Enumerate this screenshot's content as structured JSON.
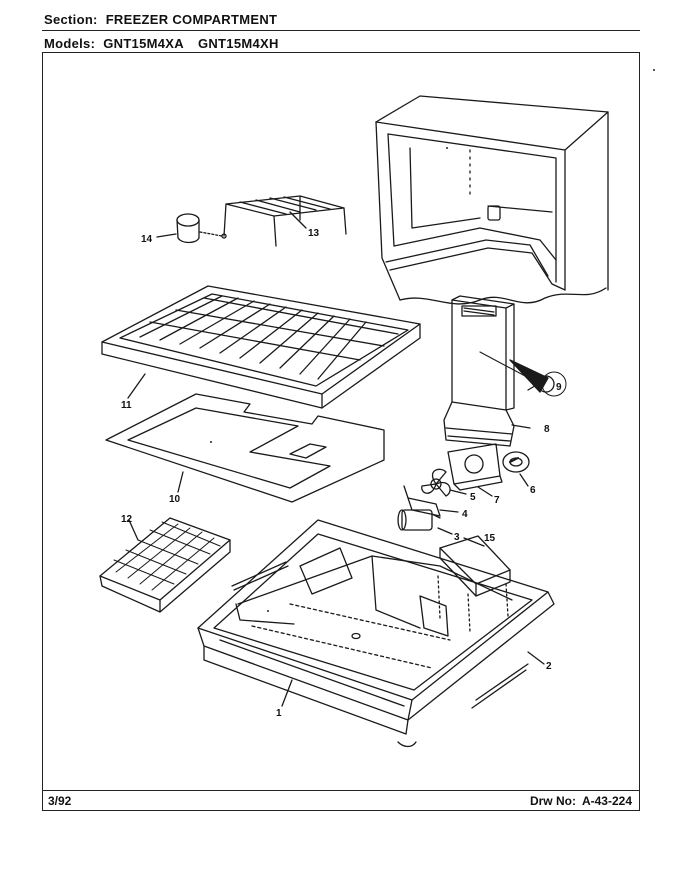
{
  "header": {
    "section_label": "Section:",
    "section_value": "FREEZER COMPARTMENT",
    "models_label": "Models:",
    "model_1": "GNT15M4XA",
    "model_2": "GNT15M4XH"
  },
  "footer": {
    "date": "3/92",
    "drawing_label": "Drw No:",
    "drawing_number": "A-43-224"
  },
  "callouts": {
    "c1": "1",
    "c2": "2",
    "c3": "3",
    "c4": "4",
    "c5": "5",
    "c6": "6",
    "c7": "7",
    "c8": "8",
    "c9": "9",
    "c10": "10",
    "c11": "11",
    "c12": "12",
    "c13": "13",
    "c14": "14",
    "c15": "15"
  }
}
